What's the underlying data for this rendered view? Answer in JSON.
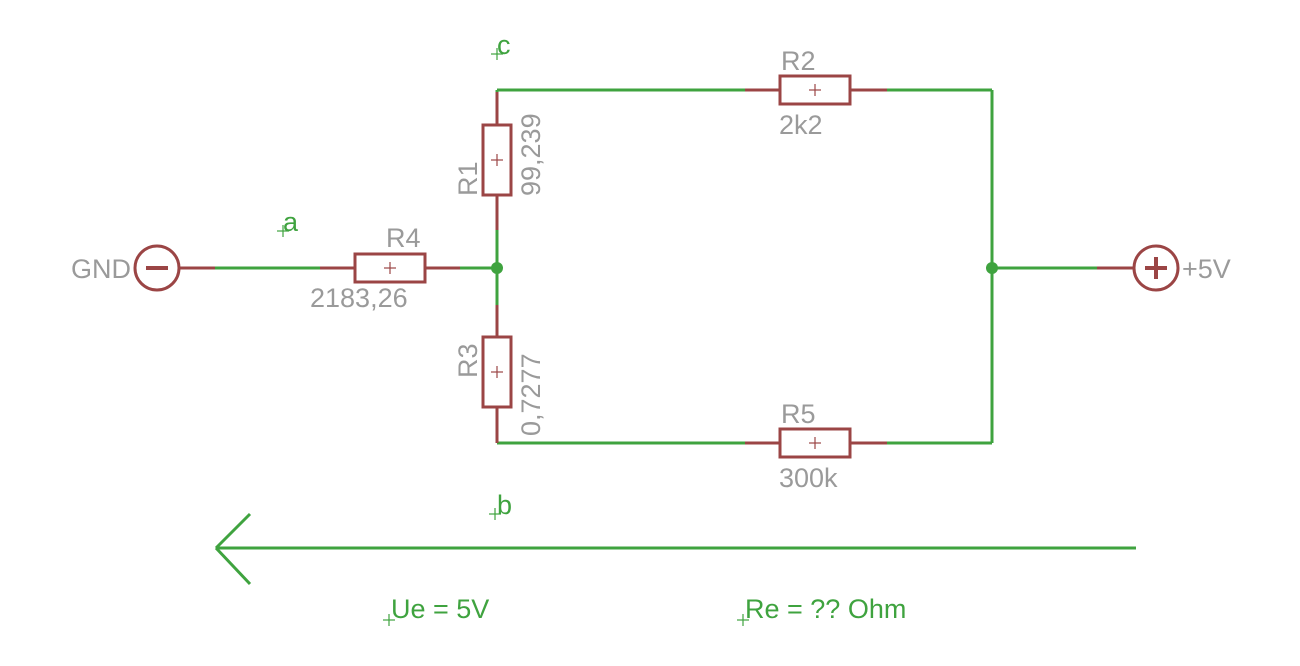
{
  "nodes": {
    "a": "a",
    "b": "b",
    "c": "c"
  },
  "supplies": {
    "gnd": "GND",
    "vplus": "+5V"
  },
  "resistors": {
    "r1": {
      "name": "R1",
      "value": "99,239"
    },
    "r2": {
      "name": "R2",
      "value": "2k2"
    },
    "r3": {
      "name": "R3",
      "value": "0,7277"
    },
    "r4": {
      "name": "R4",
      "value": "2183,26"
    },
    "r5": {
      "name": "R5",
      "value": "300k"
    }
  },
  "notes": {
    "ue": "Ue = 5V",
    "re": "Re = ?? Ohm"
  },
  "colors": {
    "wire": "#3fa33f",
    "component": "#9b4545",
    "label": "#9a9a9a"
  }
}
